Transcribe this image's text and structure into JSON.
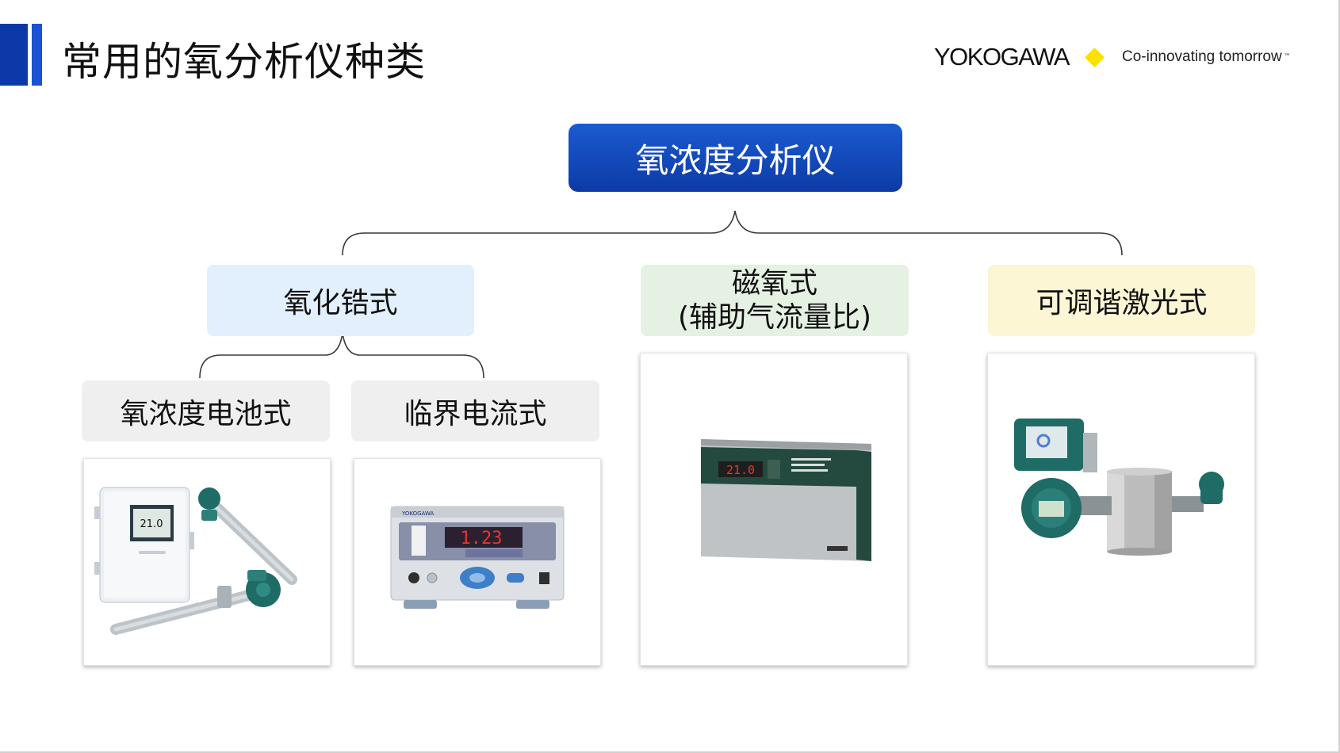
{
  "slide": {
    "title": "常用的氧分析仪种类",
    "brand": {
      "name": "YOKOGAWA",
      "tagline": "Co-innovating tomorrow",
      "trademark": "™",
      "diamond_color": "#fce100"
    },
    "root": {
      "label": "氧浓度分析仪"
    },
    "categories": [
      {
        "label": "氧化锆式",
        "color": "#e2f0fd"
      },
      {
        "line1": "磁氧式",
        "line2": "(辅助气流量比)",
        "color": "#e5f1e3"
      },
      {
        "label": "可调谐激光式",
        "color": "#fdf6d5"
      }
    ],
    "zirconia_subtypes": [
      {
        "label": "氧浓度电池式"
      },
      {
        "label": "临界电流式"
      }
    ],
    "products": [
      {
        "image": "zirconia-cell-analyzer-with-probes",
        "display_value": "21.0"
      },
      {
        "image": "critical-current-benchtop-analyzer",
        "display_value": "1.23",
        "brand_label": "YOKOGAWA"
      },
      {
        "image": "magnetic-oxygen-analyzer-rack",
        "display_value": "21.0"
      },
      {
        "image": "tunable-laser-gas-analyzer-on-pipe"
      }
    ]
  }
}
